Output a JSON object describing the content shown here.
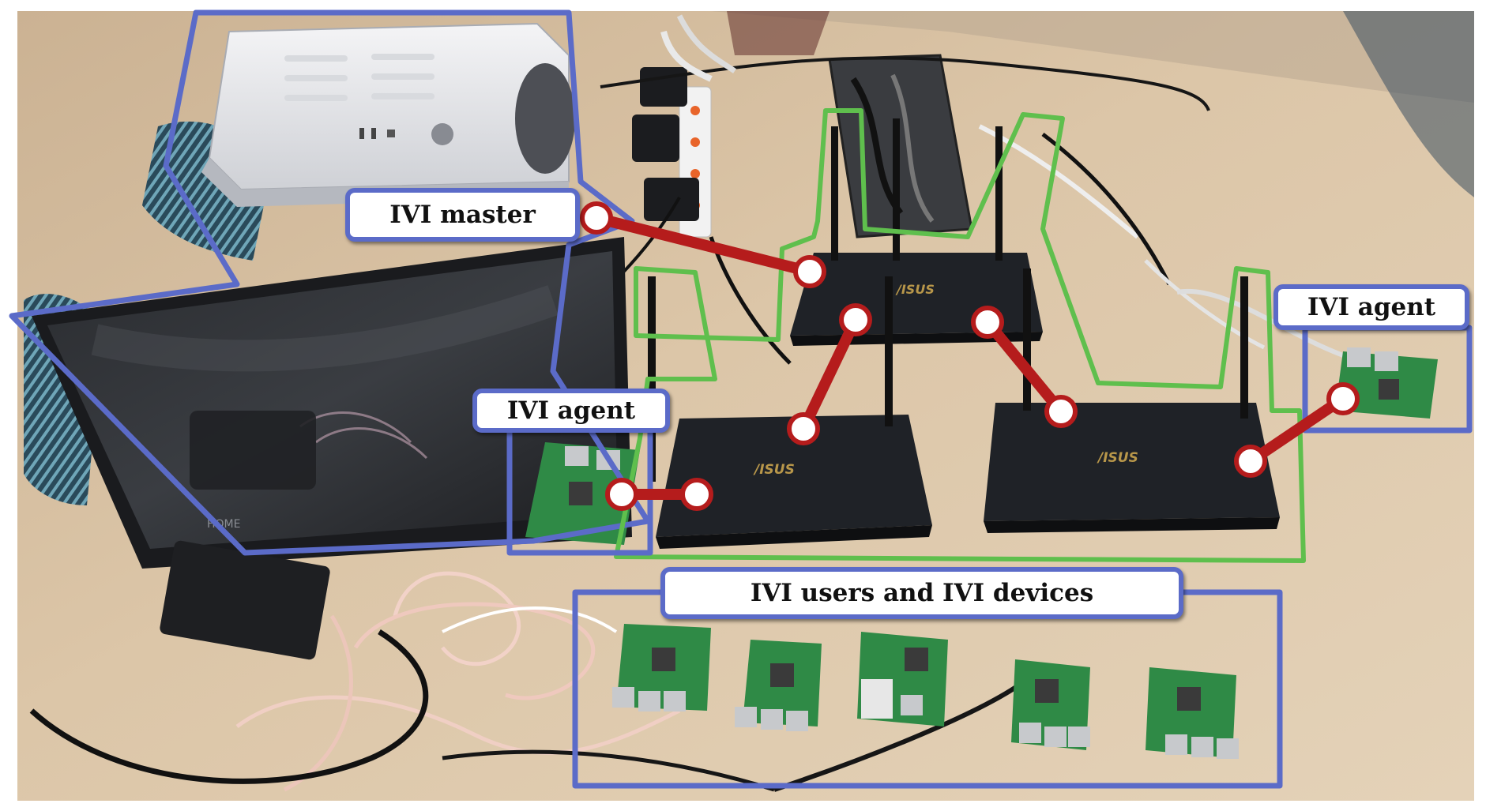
{
  "labels": {
    "ivi_master": "IVI master",
    "ivi_agent_right": "IVI agent",
    "ivi_agent_left": "IVI agent",
    "ivi_users_devices": "IVI users and IVI devices"
  },
  "router_logo": "/ISUS",
  "monitor_brand": "HOME",
  "colors": {
    "device_group_border": "#5b6bc8",
    "network_group_border": "#5fbf4d",
    "link_line": "#b51c1c",
    "link_node_fill": "#ffffff",
    "table": "#d9c3a5",
    "router_body": "#1f2227",
    "raspberry_pi_board": "#2f8a46"
  }
}
